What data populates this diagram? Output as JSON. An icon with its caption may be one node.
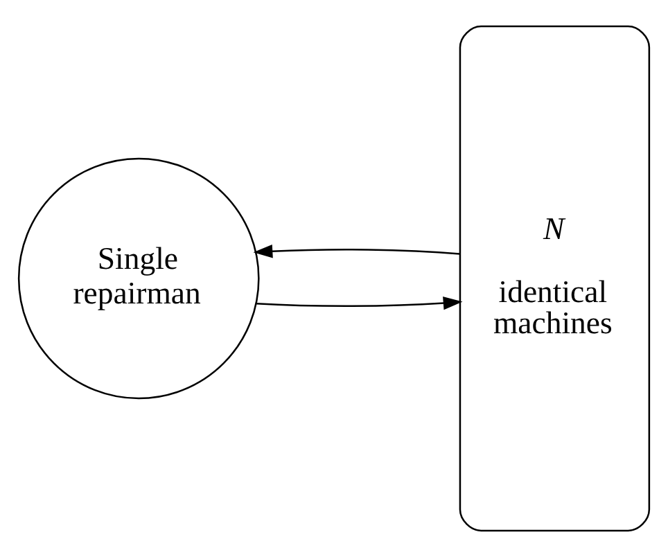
{
  "diagram": {
    "nodes": [
      {
        "text": [
          "Single repairman"
        ]
      },
      {
        "text": [
          "N",
          "identical machines"
        ]
      }
    ],
    "edges": [
      {
        "from": 1,
        "to": 0,
        "arrow": "to"
      },
      {
        "from": 0,
        "to": 1,
        "arrow": "to"
      }
    ]
  }
}
